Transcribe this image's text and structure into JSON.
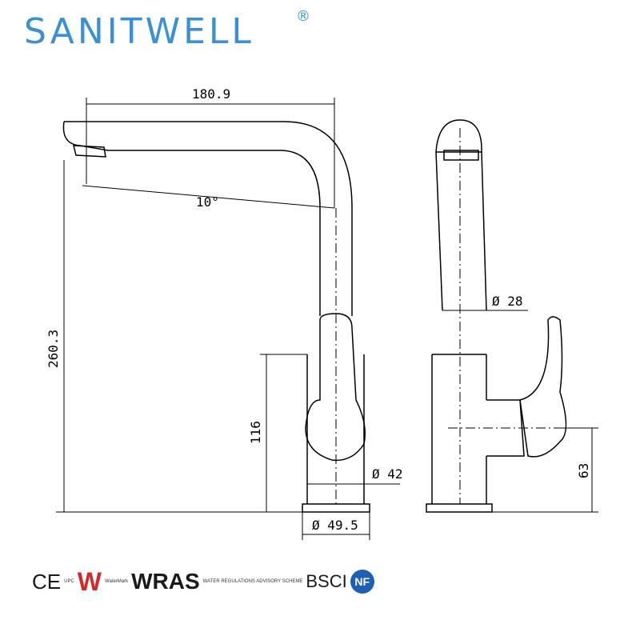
{
  "brand": {
    "name": "SANITWELL",
    "registered": "®",
    "color": "#3b8fd6"
  },
  "dimensions": {
    "spout_reach": "180.9",
    "spout_angle": "10°",
    "total_height": "260.3",
    "body_height": "116",
    "body_diameter": "Ø 42",
    "base_diameter": "Ø 49.5",
    "spout_diameter": "Ø 28",
    "handle_height": "63"
  },
  "certifications": {
    "ce": "CE",
    "upc": "UPC",
    "watermark": "W",
    "watermark_sub": "WaterMark",
    "wras": "WRAS",
    "wras_sub": "WATER REGULATIONS ADVISORY SCHEME",
    "bsci": "BSCI",
    "nf": "NF"
  }
}
